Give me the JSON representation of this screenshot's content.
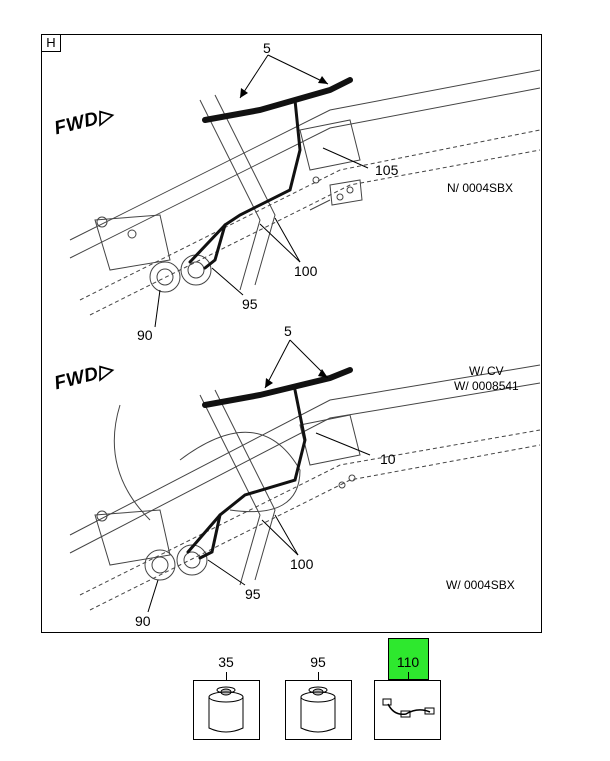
{
  "section_letter": "H",
  "fwd_label": "FWD",
  "upper_view": {
    "callouts": {
      "c5": "5",
      "c105": "105",
      "c100": "100",
      "c95": "95",
      "c90": "90"
    },
    "note": "N/ 0004SBX"
  },
  "lower_view": {
    "callouts": {
      "c5": "5",
      "c10": "10",
      "c100": "100",
      "c95": "95",
      "c90": "90"
    },
    "note_line1": "W/ CV",
    "note_line2": "W/ 0008541",
    "note_bottom": "W/ 0004SBX"
  },
  "parts": [
    {
      "number": "35",
      "icon": "canister-icon",
      "highlighted": false
    },
    {
      "number": "95",
      "icon": "canister-icon",
      "highlighted": false
    },
    {
      "number": "110",
      "icon": "wire-harness-icon",
      "highlighted": true
    }
  ],
  "highlight_color": "#2ee82e"
}
